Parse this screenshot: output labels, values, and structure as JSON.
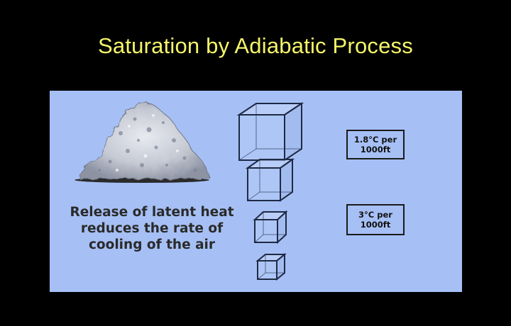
{
  "title": "Saturation by Adiabatic Process",
  "caption": {
    "lines": [
      "Release of latent heat",
      "reduces the rate of",
      "cooling of the air"
    ]
  },
  "rate_boxes": {
    "saturated": {
      "line1": "1.8°C per",
      "line2": "1000ft"
    },
    "dry": {
      "line1": "3°C per",
      "line2": "1000ft"
    }
  },
  "cubes": [
    {
      "label": "largest-cube"
    },
    {
      "label": "large-cube"
    },
    {
      "label": "medium-cube"
    },
    {
      "label": "small-cube"
    }
  ],
  "colors": {
    "background": "#000000",
    "title": "#f5f56a",
    "panel": "#a6c0f5",
    "cube_edge": "#1f2a44",
    "cube_face": "#b8cff8"
  }
}
